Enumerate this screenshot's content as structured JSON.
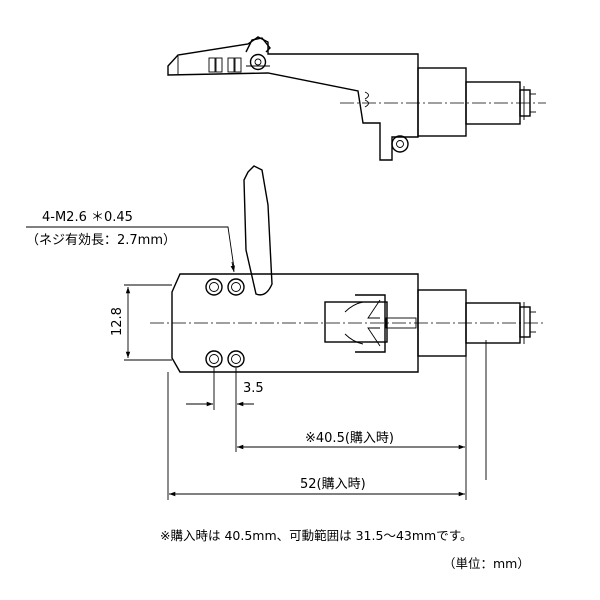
{
  "callout": {
    "thread": "4-M2.6 ＊0.45",
    "thread_note": "（ネジ有効長：2.7mm）"
  },
  "dimensions": {
    "height": "12.8",
    "hole_pitch": "3.5",
    "length_mid": "※40.5(購入時)",
    "length_total": "52(購入時)"
  },
  "footnote": "※購入時は 40.5mm、可動範囲は 31.5〜43mmです。",
  "units": "（単位：mm）"
}
